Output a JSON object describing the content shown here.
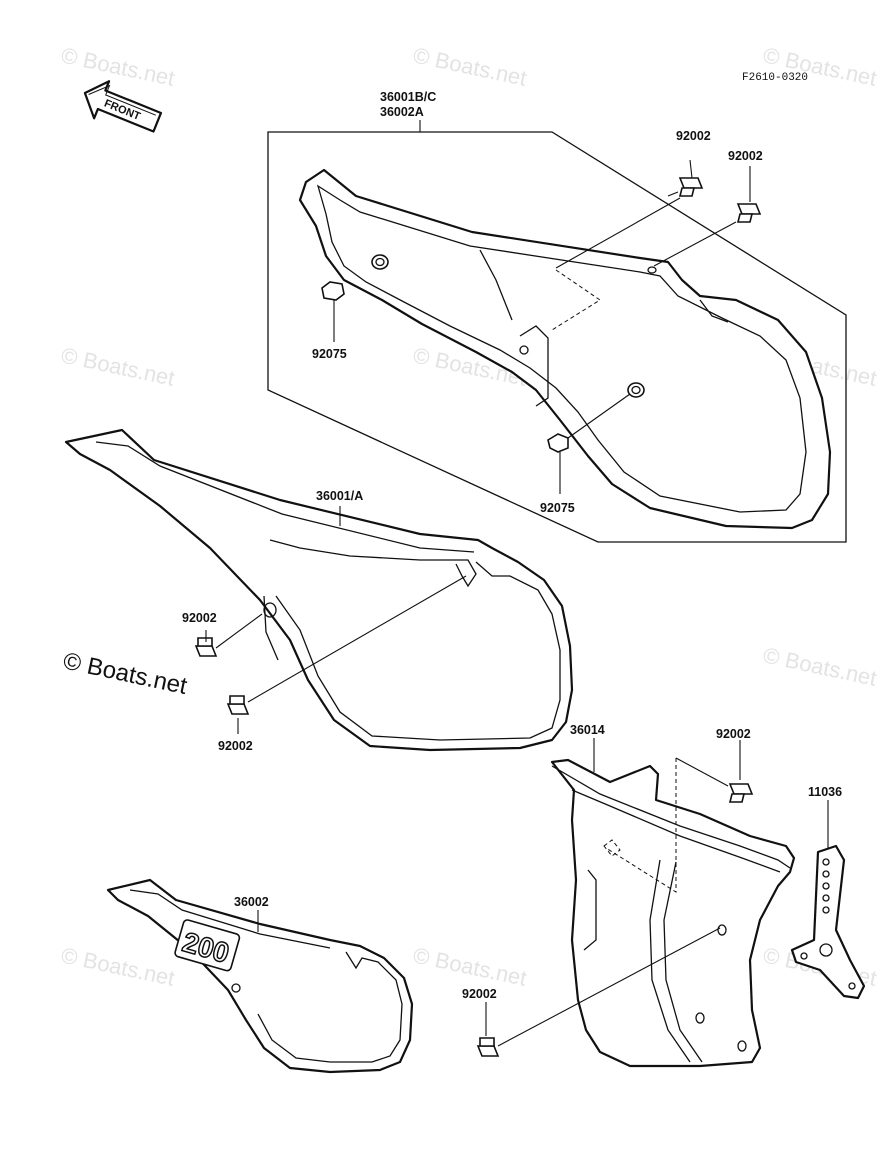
{
  "diagram_code": "F2610-0320",
  "front_arrow_label": "FRONT",
  "watermark": {
    "faint_text": "© Boats.net",
    "main_text": "© Boats.net"
  },
  "callouts": {
    "cover_set_line1": "36001B/C",
    "cover_set_line2": "36002A",
    "bolt_a": "92002",
    "bolt_b": "92002",
    "grommet_a": "92075",
    "grommet_b": "92075",
    "left_cover": "36001/A",
    "left_bolt_a": "92002",
    "left_bolt_b": "92002",
    "small_cover": "36002",
    "small_cover_bolt": "92002",
    "rear_cover": "36014",
    "rear_cover_bolt": "92002",
    "bracket": "11036"
  },
  "emblem_text": "200"
}
